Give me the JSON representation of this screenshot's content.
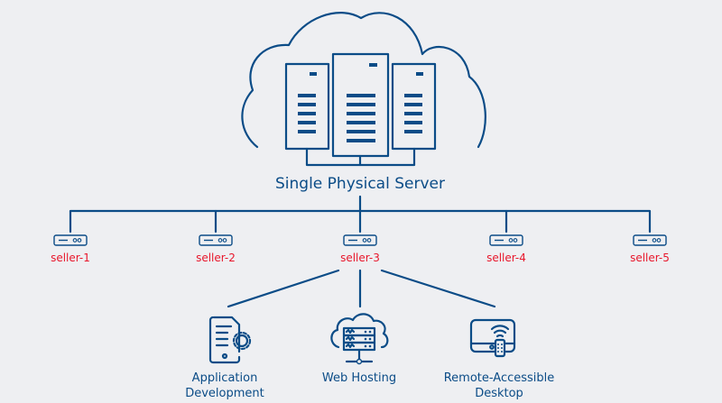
{
  "diagram": {
    "title": "Single Physical Server",
    "sellers": [
      {
        "label": "seller-1"
      },
      {
        "label": "seller-2"
      },
      {
        "label": "seller-3"
      },
      {
        "label": "seller-4"
      },
      {
        "label": "seller-5"
      }
    ],
    "services": [
      {
        "icon": "app-gear-document-icon",
        "line1": "Application",
        "line2": "Development"
      },
      {
        "icon": "cloud-server-icon",
        "line1": "Web Hosting",
        "line2": ""
      },
      {
        "icon": "remote-desktop-icon",
        "line1": "Remote-Accessible",
        "line2": "Desktop"
      }
    ],
    "colors": {
      "primary": "#0b4c87",
      "seller_label": "#e8172c",
      "background": "#eeeff2"
    }
  }
}
